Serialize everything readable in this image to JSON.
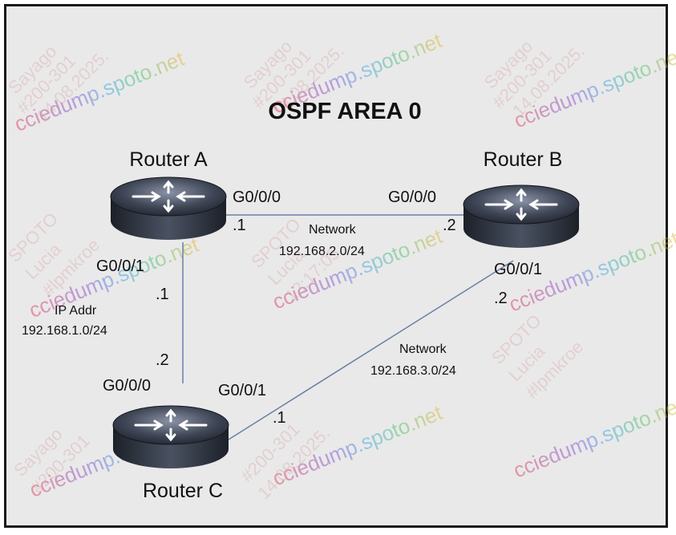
{
  "title": "OSPF AREA 0",
  "routers": {
    "a": {
      "name": "Router A"
    },
    "b": {
      "name": "Router B"
    },
    "c": {
      "name": "Router C"
    }
  },
  "links": {
    "ab": {
      "a_iface": "G0/0/0",
      "a_addr": ".1",
      "b_iface": "G0/0/0",
      "b_addr": ".2",
      "net_label": "Network",
      "net_addr": "192.168.2.0/24"
    },
    "ac": {
      "a_iface": "G0/0/1",
      "a_addr": ".1",
      "c_iface": "G0/0/0",
      "c_addr": ".2",
      "net_label": "IP Addr",
      "net_addr": "192.168.1.0/24"
    },
    "bc": {
      "b_iface": "G0/0/1",
      "b_addr": ".2",
      "c_iface": "G0/0/1",
      "c_addr": ".1",
      "net_label": "Network",
      "net_addr": "192.168.3.0/24"
    }
  },
  "watermark": {
    "brand": "cciedump.spoto.net",
    "lines": [
      "SPOTO",
      "Lucia",
      "Sayago",
      "#200-301",
      "#lpmkroe",
      "14.08.2025.",
      "12:17:05"
    ]
  },
  "colors": {
    "link": "#6b7fa8",
    "background": "#e9e9e9",
    "router_body": "#2f3440",
    "watermark_brand": [
      "#e0304e",
      "#7a3fd1",
      "#2a9ee6",
      "#3bbf5a",
      "#f0b020",
      "#ff6a3d"
    ]
  }
}
